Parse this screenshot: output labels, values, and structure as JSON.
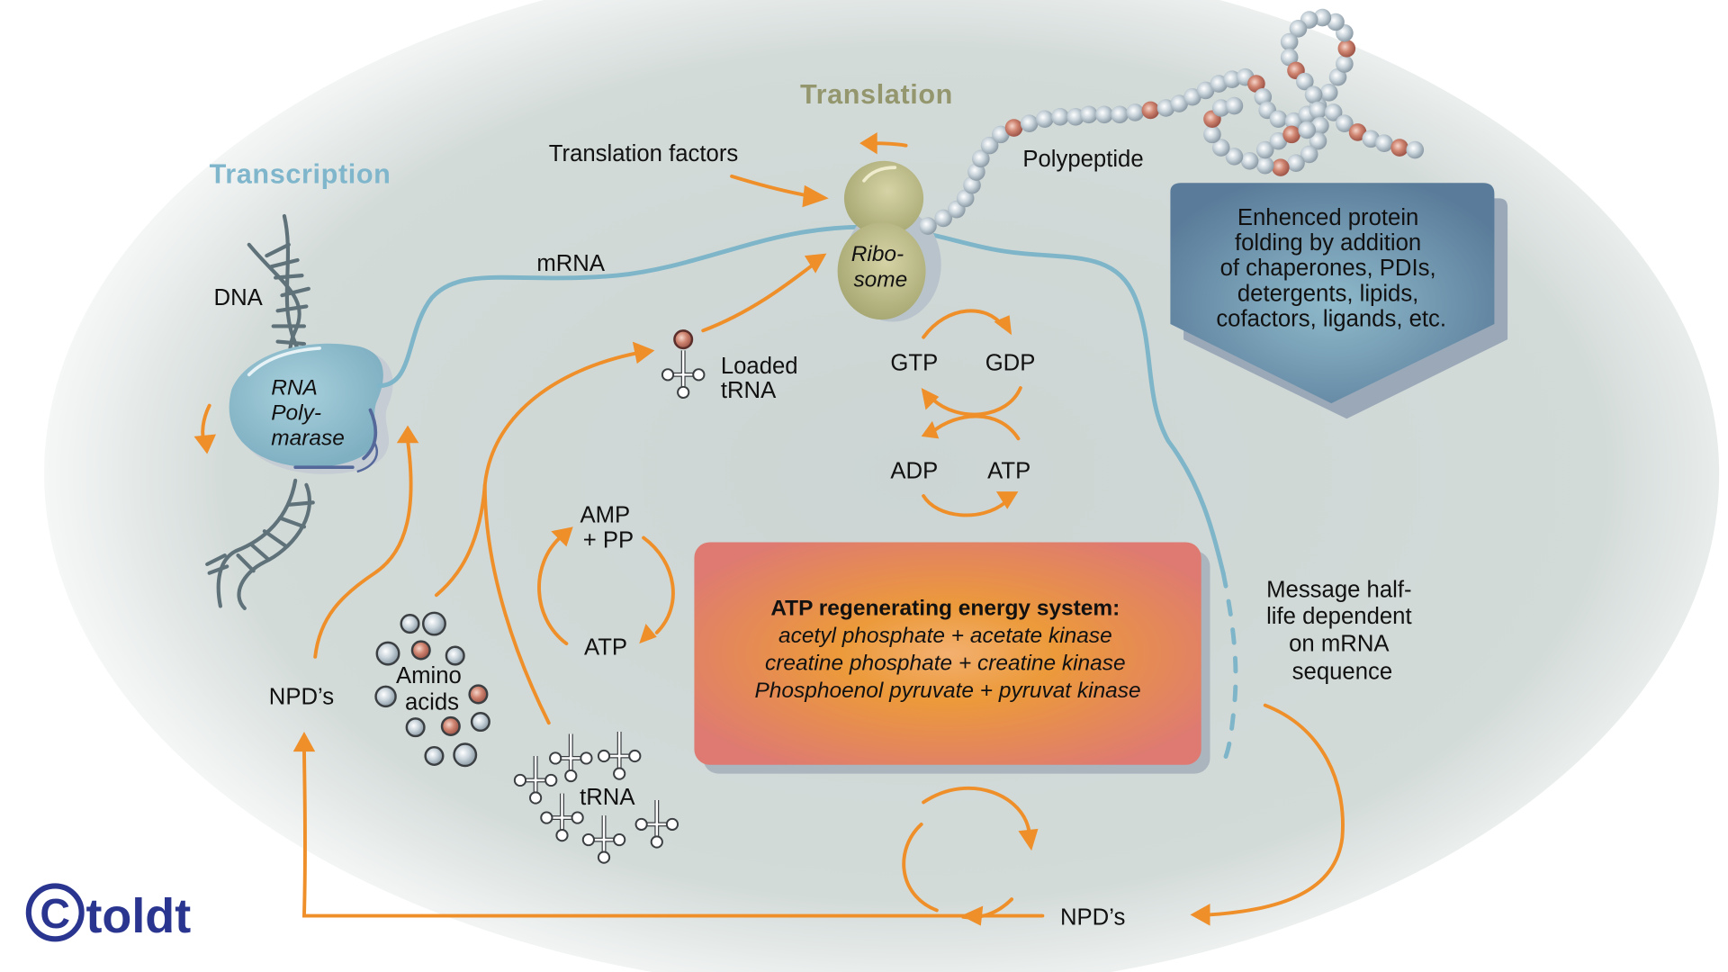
{
  "diagram": {
    "type": "cell-free protein synthesis scheme",
    "titles": {
      "transcription": "Transcription",
      "translation": "Translation"
    },
    "labels": {
      "dna": "DNA",
      "rna_polymerase": [
        "RNA",
        "Poly-",
        "marase"
      ],
      "mrna": "mRNA",
      "translation_factors": "Translation factors",
      "ribosome": [
        "Ribo-",
        "some"
      ],
      "polypeptide": "Polypeptide",
      "loaded_trna": [
        "Loaded",
        "tRNA"
      ],
      "gtp": "GTP",
      "gdp": "GDP",
      "adp": "ADP",
      "atp_cycle": "ATP",
      "amp_pp": [
        "AMP",
        "+ PP"
      ],
      "atp_amp_cycle": "ATP",
      "amino_acids": [
        "Amino",
        "acids"
      ],
      "trna": "tRNA",
      "npds_left": "NPD’s",
      "npds_bottom": "NPD’s",
      "message_halflife": [
        "Message half-",
        "life dependent",
        "on mRNA",
        "sequence"
      ]
    },
    "folding_box": {
      "lines": [
        "Enhenced protein",
        "folding by addition",
        "of chaperones, PDIs,",
        "detergents, lipids,",
        "cofactors, ligands, etc."
      ]
    },
    "atp_box": {
      "heading": "ATP regenerating energy system:",
      "lines": [
        "acetyl phosphate + acetate kinase",
        "creatine phosphate + creatine kinase",
        "Phosphoenol pyruvate + pyruvat kinase"
      ]
    },
    "logo": {
      "symbol": "©",
      "text": "toldt"
    },
    "colors": {
      "arrow": "#ef8f2a",
      "mrna": "#7fb5c8",
      "transcription_title": "#7fb6cc",
      "translation_title": "#94976e",
      "ribosome": "#b8b882",
      "polymerase": "#8fbccc",
      "logo": "#2a3590",
      "amino_red": "#c07060",
      "amino_grey": "#b9c6cf"
    }
  }
}
